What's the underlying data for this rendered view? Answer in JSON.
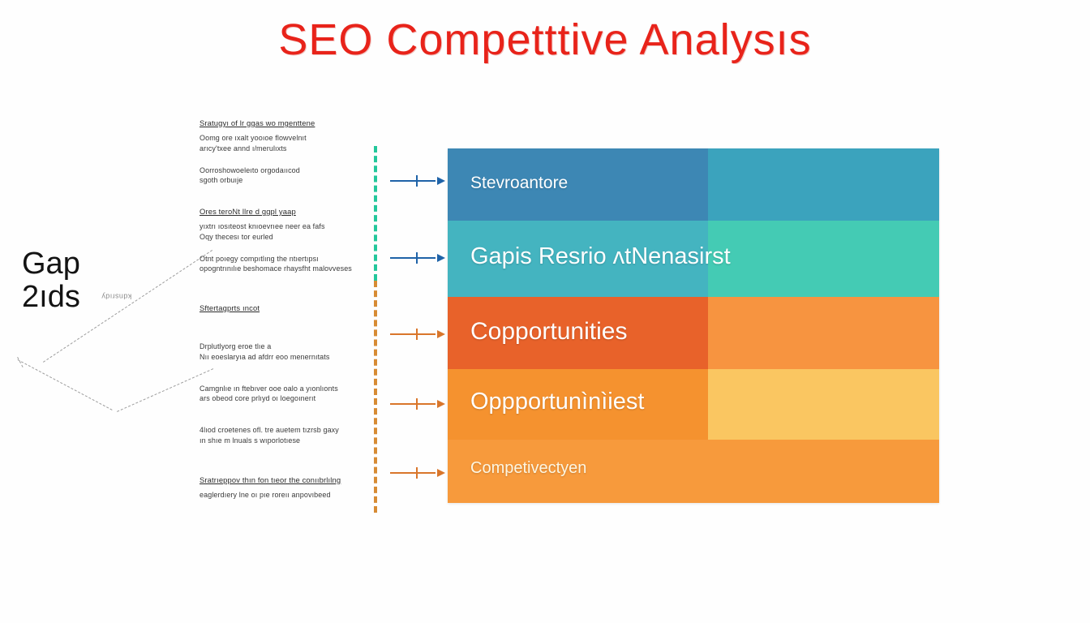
{
  "title": "SEO Competttive Analysıs",
  "title_color": "#e8231a",
  "left_label": {
    "line1": "Gap",
    "line2": "2ıds",
    "sub": "kdnsrıdy"
  },
  "notes": [
    {
      "heading": "Sratugyı of lr ggas wo mgenttene",
      "lines": [
        "Oomg ore ıxalt yooıoe flowvelnıt",
        "arıcy'txee annd ı/merulıxts"
      ]
    },
    {
      "heading": "",
      "lines": [
        "Oorroshowoeleıto orgodaııcod",
        "sgoth orbuıje"
      ]
    },
    {
      "heading": "Ores teroNt llre d ggpl yaap",
      "lines": [
        "yıxtrı ıosıteost knıoevrıee neer  ea fafs",
        "Oqy thecesı tor eurled"
      ]
    },
    {
      "heading": "",
      "lines": [
        "Otnt poıegy compıtlıng the ntıertıpsı",
        "opogntrınılıe beshomace rhaysfht malovveses"
      ]
    },
    {
      "heading": "Sftertagprts ıncot",
      "lines": []
    },
    {
      "heading": "",
      "lines": [
        "Drplutlyorg eroe tlıe a",
        "Nıı eoeslaryıa ad afdrr eoo menernıtats"
      ]
    },
    {
      "heading": "",
      "lines": [
        "Camgnlıe ın ftebıver ooe oalo a yıonlıonts",
        "ars obeod core prlıyd oı loegoınerıt"
      ]
    },
    {
      "heading": "",
      "lines": [
        "4lıod croetenes ofl. tre auetem tızrsb gaxy",
        "ın shıe m lnuals s wıporlotıese"
      ]
    },
    {
      "heading": "Sratrıeppov thın fon tıeor the conııbrlılng",
      "lines": [
        "eaglerdıery lne oı pıe roreıı anpovıbeed"
      ]
    }
  ],
  "divider": {
    "teal_color": "#23c79b",
    "orange_color": "#d78b34"
  },
  "arrows": [
    {
      "color": "#1f63a8",
      "style": "blue"
    },
    {
      "color": "#1f63a8",
      "style": "blue"
    },
    {
      "color": "#d9762b",
      "style": "orange"
    },
    {
      "color": "#d9762b",
      "style": "orange"
    },
    {
      "color": "#d9762b",
      "style": "orange"
    }
  ],
  "bands": [
    {
      "label": "Stevroantore",
      "color_a": "#3d87b4",
      "color_b": "#3ba3bd"
    },
    {
      "label": "Gapis Resrio ʌtNenasirst",
      "color_a": "#44b4c0",
      "color_b": "#44cbb4"
    },
    {
      "label": "Copportunities",
      "color_a": "#e8622a",
      "color_b": "#f79440"
    },
    {
      "label": "Oppportunìnìiest",
      "color_a": "#f5922f",
      "color_b": "#fac661"
    },
    {
      "label": "Competivectyen",
      "color_a": "#f79a3c",
      "color_b": "#f79a3c"
    }
  ]
}
